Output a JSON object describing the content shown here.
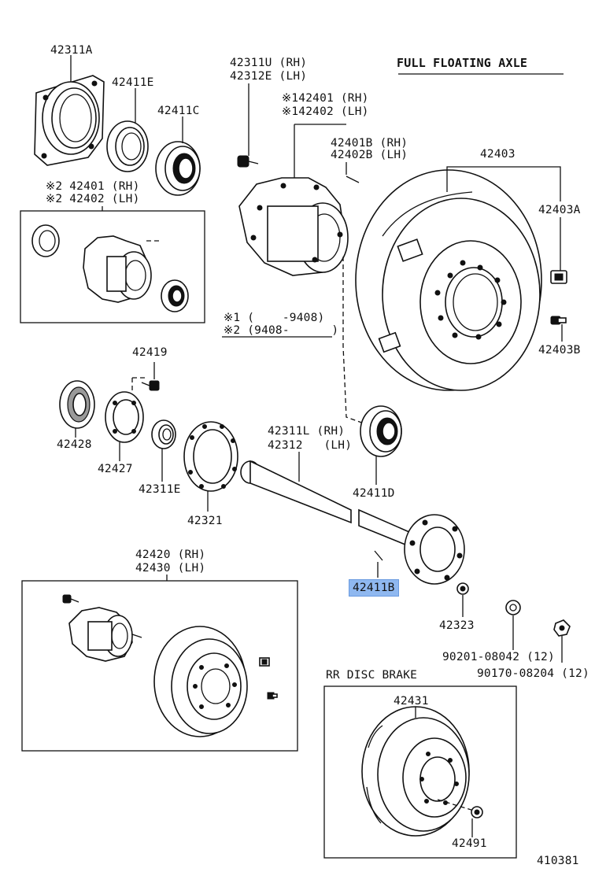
{
  "header": {
    "title": "FULL FLOATING AXLE",
    "diagram_number": "410381"
  },
  "callouts": {
    "p42311A": "42311A",
    "p42411E_top": "42411E",
    "p42411C": "42411C",
    "p42311U": "42311U (RH)",
    "p42312E": "42312E (LH)",
    "p142401": "※142401 (RH)",
    "p142402": "※142402 (LH)",
    "p42401B": "42401B (RH)",
    "p42402B": "42402B (LH)",
    "p42403": "42403",
    "p42403A": "42403A",
    "p42403B": "42403B",
    "p242401": "※2 42401 (RH)",
    "p242402": "※2 42402 (LH)",
    "note1": "※1 (    -9408)",
    "note2": "※2 (9408-      )",
    "p42419": "42419",
    "p42428": "42428",
    "p42427": "42427",
    "p42311E": "42311E",
    "p42321": "42321",
    "p42311L": "42311L (RH)",
    "p42312": "42312   (LH)",
    "p42411D": "42411D",
    "p42411B": "42411B",
    "p42420": "42420 (RH)",
    "p42430": "42430 (LH)",
    "p42323": "42323",
    "p90201": "90201-08042 (12)",
    "p90170": "90170-08204 (12)",
    "disc_brake_title": "RR DISC BRAKE",
    "p42431": "42431",
    "p42491": "42491"
  },
  "highlight_color": "#8fb8f0"
}
